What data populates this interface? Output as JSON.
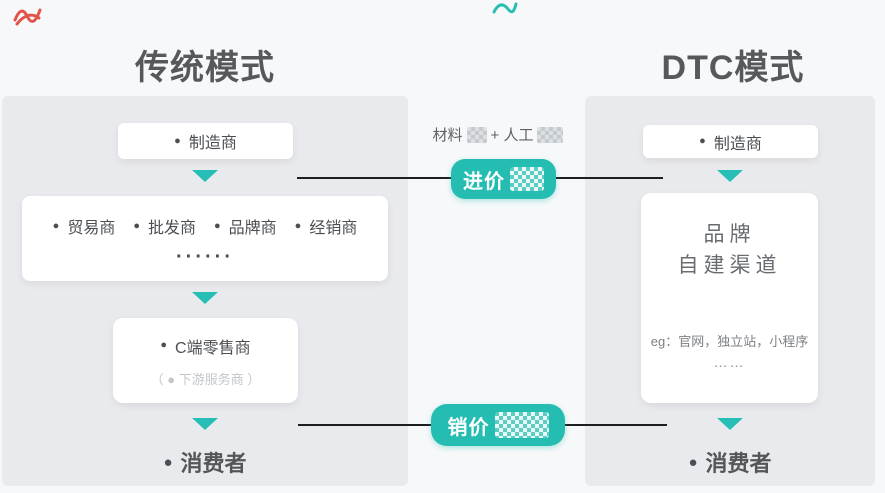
{
  "header": {
    "left_title": "传统模式",
    "right_title": "DTC模式"
  },
  "middle": {
    "cost_prefix": "材料",
    "cost_plus": "+ 人工",
    "purchase_label": "进价",
    "sale_label": "销价"
  },
  "left_flow": {
    "manufacturer": "制造商",
    "middlemen": [
      "贸易商",
      "批发商",
      "品牌商",
      "经销商"
    ],
    "middlemen_ellipsis": "······",
    "retailer": "C端零售商",
    "retailer_note": "（ ● 下游服务商 ）",
    "consumer": "消费者"
  },
  "right_flow": {
    "manufacturer": "制造商",
    "channel_line1": "品牌",
    "channel_line2": "自建渠道",
    "channel_example": "eg：官网，独立站，小程序",
    "channel_ellipsis": "……",
    "consumer": "消费者"
  },
  "glyphs": {
    "bullet": "●"
  },
  "colors": {
    "teal": "#25BDB2",
    "panel_gray": "#E9EAED",
    "page_background": "#F7F8FA",
    "connector_line": "#1E1E1E",
    "title_text": "#56585B",
    "red_scribble": "#E0544A"
  }
}
